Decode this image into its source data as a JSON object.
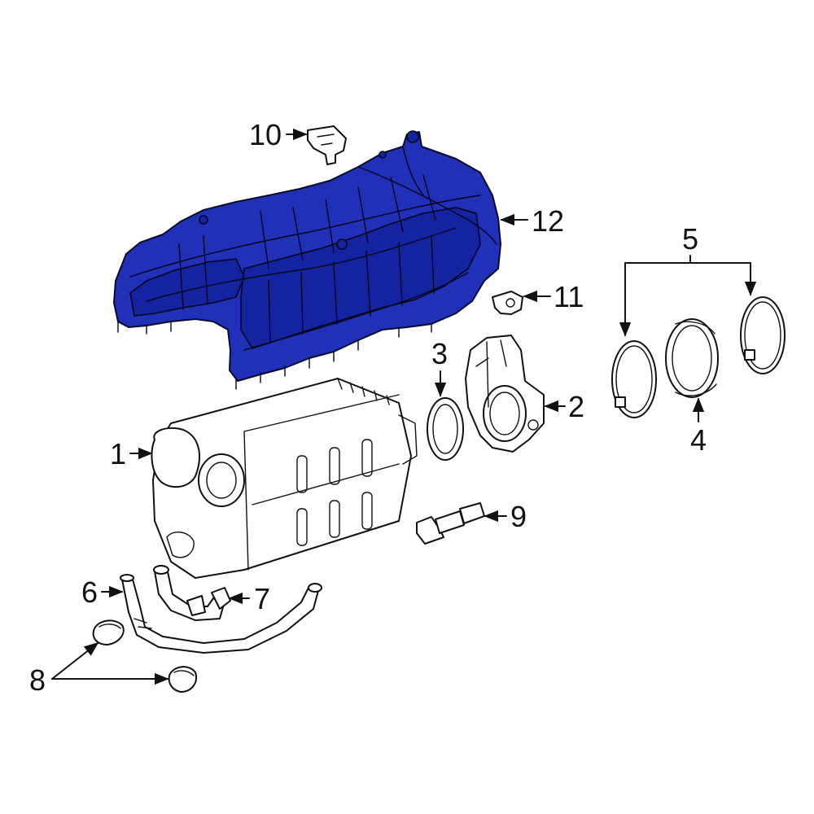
{
  "diagram": {
    "highlight_color": "#2030b8",
    "callouts": [
      {
        "id": "1",
        "label": "1"
      },
      {
        "id": "2",
        "label": "2"
      },
      {
        "id": "3",
        "label": "3"
      },
      {
        "id": "4",
        "label": "4"
      },
      {
        "id": "5",
        "label": "5"
      },
      {
        "id": "6",
        "label": "6"
      },
      {
        "id": "7",
        "label": "7"
      },
      {
        "id": "8",
        "label": "8"
      },
      {
        "id": "9",
        "label": "9"
      },
      {
        "id": "10",
        "label": "10"
      },
      {
        "id": "11",
        "label": "11"
      },
      {
        "id": "12",
        "label": "12"
      }
    ],
    "highlighted_part": "12"
  }
}
